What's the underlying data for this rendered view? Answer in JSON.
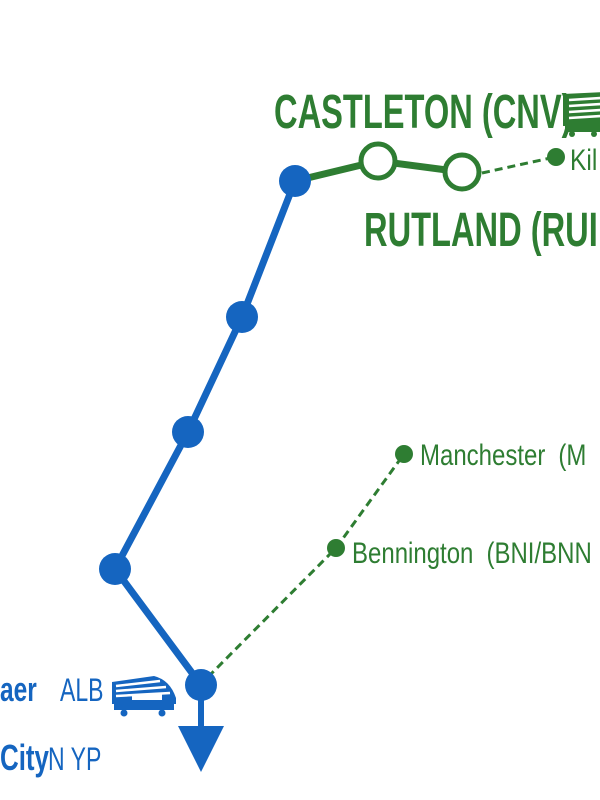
{
  "colors": {
    "blue_line": "#1565c0",
    "green_line": "#2e7d32",
    "dashed_green": "#2e7d32",
    "label_green": "#2e7d32",
    "label_blue": "#1565c0",
    "white": "#ffffff"
  },
  "stations": {
    "castleton": "CASTLETON (CNV)",
    "rutland": "RUTLAND (RUI",
    "killington": "Kil",
    "manchester_name": "Manchester",
    "manchester_code": "(M",
    "bennington_name": "Bennington",
    "bennington_code": "(BNI/BNN",
    "rensselaer_name": "aer",
    "rensselaer_code": "ALB",
    "nyc_name": "City",
    "nyc_code": "N YP"
  },
  "icons": {
    "train": "amtrak-train-icon",
    "direction": "down-arrow-icon"
  }
}
